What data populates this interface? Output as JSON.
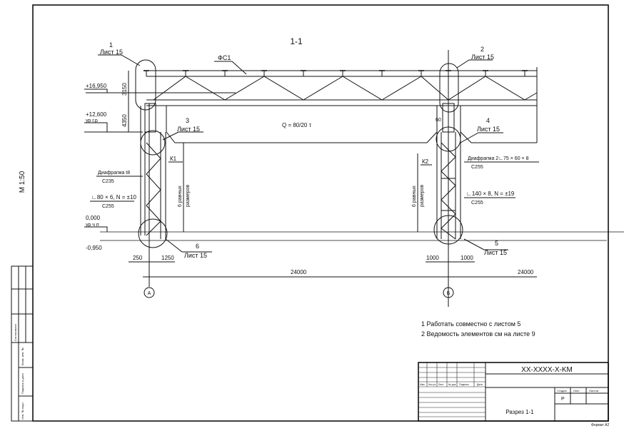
{
  "drawing": {
    "section_title": "1-1",
    "scale": "М 1:50",
    "truss_label": "ФС1",
    "crane_load": "Q = 80/20 т",
    "callouts": [
      {
        "num": "1",
        "sheet": "Лист 15"
      },
      {
        "num": "2",
        "sheet": "Лист 15"
      },
      {
        "num": "3",
        "sheet": "Лист 15"
      },
      {
        "num": "4",
        "sheet": "Лист 15"
      },
      {
        "num": "5",
        "sheet": "Лист 15"
      },
      {
        "num": "6",
        "sheet": "Лист 15"
      }
    ],
    "levels": [
      {
        "value": "+16,950",
        "sub": ""
      },
      {
        "value": "+12,600",
        "sub": "ур г.р"
      },
      {
        "value": "0,000",
        "sub": "ур ч п"
      },
      {
        "value": "-0,950",
        "sub": ""
      }
    ],
    "dims": {
      "h1": "3150",
      "h2": "4350",
      "gap60": "60",
      "left_a": "250",
      "left_b": "1250",
      "right_a": "1000",
      "right_b": "1000",
      "span1": "24000",
      "span2": "24000",
      "equal_l1": "6 равных",
      "equal_l2": "размеров"
    },
    "columns": {
      "k1": "К1",
      "k2": "К2",
      "left_diaphragm": "Диафрагма t8",
      "left_diaphragm_steel": "С235",
      "left_angle": "∟80 × 6, N = ±10",
      "left_angle_steel": "С255",
      "right_diaphragm": "Диафрагма 2∟75 × 60 × 8",
      "right_diaphragm_steel": "С255",
      "right_angle": "∟140 × 8, N = ±19",
      "right_angle_steel": "С255"
    },
    "axes": [
      "А",
      "Б"
    ],
    "notes": [
      "1  Работать совместно с листом 5",
      "2  Ведомость элементов см  на листе 9"
    ]
  },
  "title_block": {
    "code": "XX-XXXX-X-KM",
    "sheet_name": "Разрез 1-1",
    "col_headers": [
      "Изм",
      "Кол.уч",
      "Лист",
      "№ док",
      "Подпись",
      "Дата"
    ],
    "stage_header": "Стадия",
    "sheet_header": "Лист",
    "sheets_header": "Листов",
    "stage": "Р",
    "format": "Формат А2"
  },
  "side_stamp": [
    "Согласовано",
    "Взам. инв. №",
    "Подпись и дата",
    "Инв. № подл."
  ]
}
